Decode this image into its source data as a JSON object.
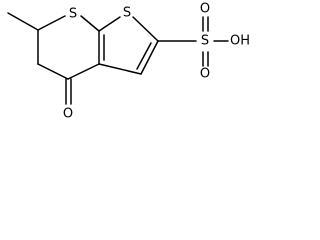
{
  "molecule": {
    "atoms": {
      "ring_sulfur": "S",
      "thiophene_sulfur": "S",
      "ketone_oxygen": "O",
      "sulfonyl_sulfur": "S",
      "sulfonyl_oxygen_top": "O",
      "sulfonyl_oxygen_bottom": "O",
      "hydroxyl": "OH"
    }
  }
}
